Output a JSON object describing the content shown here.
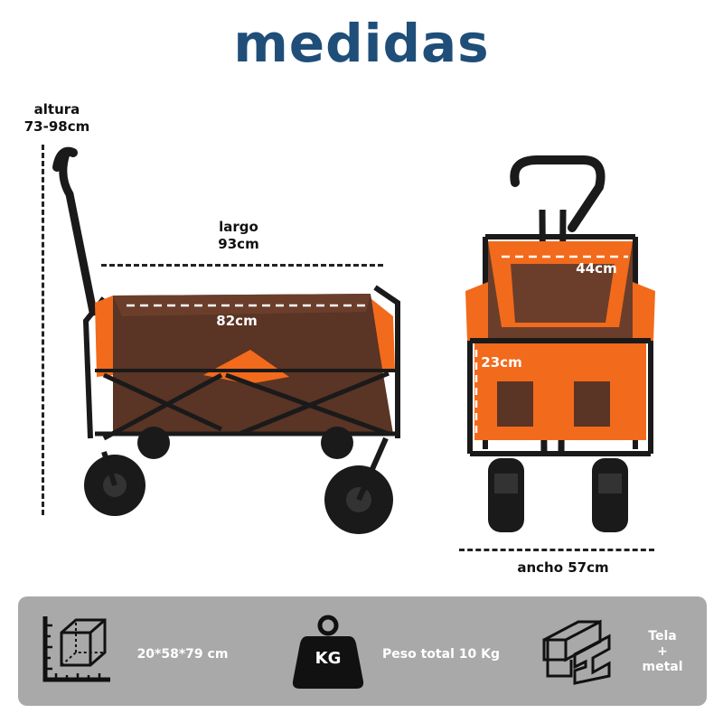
{
  "title": "medidas",
  "dimensions": {
    "height_label": "altura",
    "height_value": "73-98cm",
    "length_label": "largo",
    "length_value": "93cm",
    "inner_length": "82cm",
    "inner_width": "44cm",
    "inner_depth": "23cm",
    "width_label": "ancho 57cm"
  },
  "colors": {
    "title": "#1f4e79",
    "fabric_brown": "#5a3424",
    "fabric_orange": "#f26a1b",
    "frame": "#1a1a1a",
    "info_bar": "#a9a9a9"
  },
  "info": {
    "size_icon": "box-dimensions-icon",
    "size_text": "20*58*79 cm",
    "weight_icon": "weight-kg-icon",
    "weight_badge": "KG",
    "weight_text": "Peso total 10 Kg",
    "material_icon": "metal-profile-icon",
    "material_line1": "Tela",
    "material_line2": "+",
    "material_line3": "metal"
  }
}
